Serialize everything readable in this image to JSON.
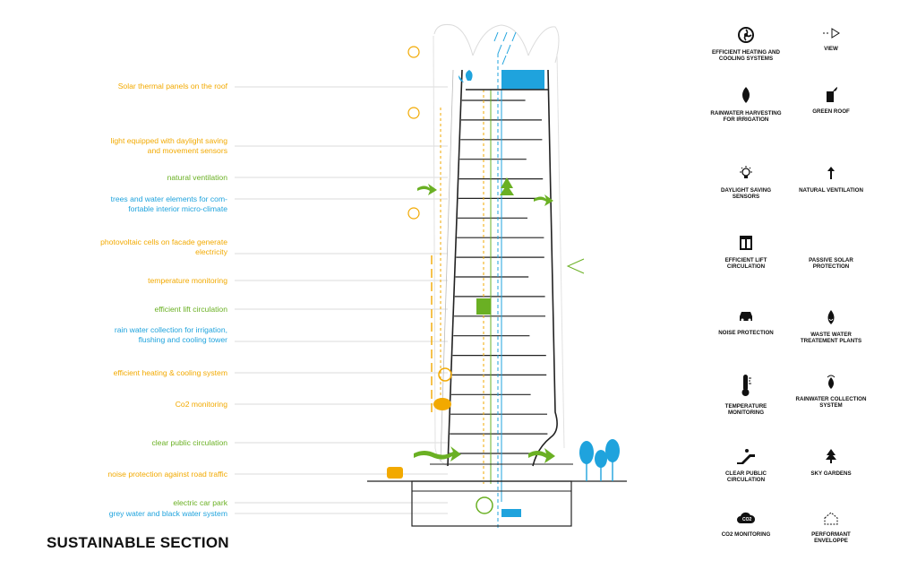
{
  "title": "SUSTAINABLE SECTION",
  "colors": {
    "yellow": "#f2a900",
    "green": "#6ab023",
    "blue": "#1fa3dd",
    "line": "#222222"
  },
  "annotations": [
    {
      "id": "solar",
      "color": "yellow",
      "lines": [
        "Solar thermal panels on the roof"
      ]
    },
    {
      "id": "daylight",
      "color": "yellow",
      "lines": [
        "light equipped with daylight saving",
        "and movement sensors"
      ]
    },
    {
      "id": "ventilation",
      "color": "green",
      "lines": [
        "natural ventilation"
      ]
    },
    {
      "id": "trees",
      "color": "blue",
      "lines": [
        "trees and water elements for com-",
        "fortable interior micro-climate"
      ]
    },
    {
      "id": "pv",
      "color": "yellow",
      "lines": [
        "photovoltaic cells on facade generate",
        "electricity"
      ]
    },
    {
      "id": "temp",
      "color": "yellow",
      "lines": [
        "temperature monitoring"
      ]
    },
    {
      "id": "lift",
      "color": "green",
      "lines": [
        "efficient lift circulation"
      ]
    },
    {
      "id": "rain",
      "color": "blue",
      "lines": [
        "rain water collection for irrigation,",
        "flushing and cooling tower"
      ]
    },
    {
      "id": "heating",
      "color": "yellow",
      "lines": [
        "efficient heating & cooling system"
      ]
    },
    {
      "id": "co2",
      "color": "yellow",
      "lines": [
        "Co2 monitoring"
      ]
    },
    {
      "id": "public",
      "color": "green",
      "lines": [
        "clear public circulation"
      ]
    },
    {
      "id": "noise",
      "color": "yellow",
      "lines": [
        "noise protection against road traffic"
      ]
    },
    {
      "id": "carpark",
      "color": "green",
      "lines": [
        "electric car park"
      ]
    },
    {
      "id": "greywater",
      "color": "blue",
      "lines": [
        "grey water and black water system"
      ]
    }
  ],
  "legend": [
    {
      "icon": "fan-icon",
      "text": "EFFICIENT HEATING AND COOLING SYSTEMS"
    },
    {
      "icon": "view-icon",
      "text": "VIEW"
    },
    {
      "icon": "leaf-drop-icon",
      "text": "RAINWATER HARVESTING FOR IRRIGATION"
    },
    {
      "icon": "green-roof-icon",
      "text": "GREEN ROOF"
    },
    {
      "icon": "bulb-icon",
      "text": "DAYLIGHT SAVING SENSORS"
    },
    {
      "icon": "arrow-up-icon",
      "text": "NATURAL VENTILATION"
    },
    {
      "icon": "lift-icon",
      "text": "EFFICIENT LIFT CIRCULATION"
    },
    {
      "icon": "sun-shade-icon",
      "text": "PASSIVE SOLAR PROTECTION"
    },
    {
      "icon": "car-icon",
      "text": "NOISE PROTECTION"
    },
    {
      "icon": "waste-drop-icon",
      "text": "WASTE WATER TREATEMENT PLANTS"
    },
    {
      "icon": "thermometer-icon",
      "text": "TEMPERATURE MONITORING"
    },
    {
      "icon": "rain-collect-icon",
      "text": "RAINWATER COLLECTION SYSTEM"
    },
    {
      "icon": "escalator-icon",
      "text": "CLEAR PUBLIC CIRCULATION"
    },
    {
      "icon": "tree-icon",
      "text": "SKY GARDENS"
    },
    {
      "icon": "cloud-icon",
      "text": "CO2 MONITORING"
    },
    {
      "icon": "house-icon",
      "text": "PERFORMANT ENVELOPPE"
    }
  ]
}
